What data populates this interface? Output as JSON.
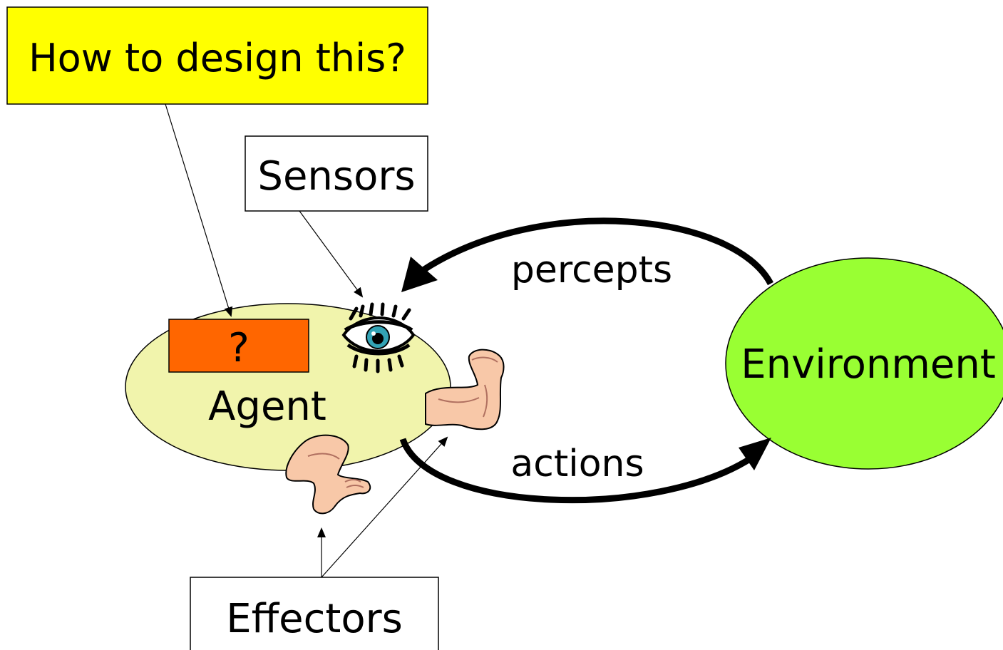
{
  "question_box": {
    "text": "How to design this?",
    "fill": "#ffff00"
  },
  "sensors_box": {
    "text": "Sensors"
  },
  "effectors_box": {
    "text": "Effectors"
  },
  "agent": {
    "label": "Agent",
    "fill": "#f1f4ac",
    "inner_box": {
      "text": "?",
      "fill": "#ff6600"
    }
  },
  "environment": {
    "label": "Environment",
    "fill": "#99ff33"
  },
  "arrows": {
    "percepts_label": "percepts",
    "actions_label": "actions"
  },
  "icons": {
    "sensor": "eye-icon",
    "effector_arm": "flexed-arm-icon",
    "effector_foot": "foot-icon"
  }
}
